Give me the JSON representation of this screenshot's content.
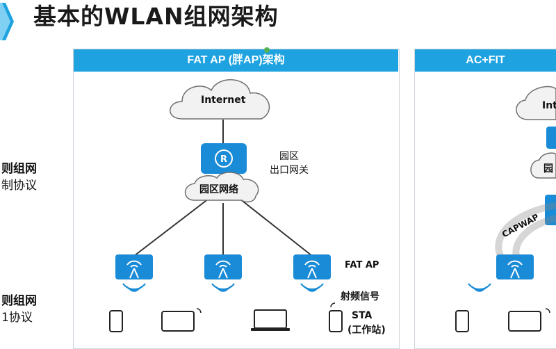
{
  "page_title": "基本的WLAN组网架构",
  "left_labels": {
    "group1_line1": "则组网",
    "group1_line2": "制协议",
    "group2_line1": "则组网",
    "group2_line2": "1协议"
  },
  "fat_panel": {
    "header": "FAT AP (胖AP)架构",
    "internet": "Internet",
    "router_letter": "R",
    "gateway_line1": "园区",
    "gateway_line2": "出口网关",
    "campus_network": "园区网络",
    "fat_ap_label": "FAT AP",
    "rf_signal_label": "射频信号",
    "sta_line1": "STA",
    "sta_line2": "(工作站)"
  },
  "fit_panel": {
    "header": "AC+FIT",
    "internet_partial": "Int",
    "campus_partial": "园",
    "capwap": "CAPWAP"
  },
  "colors": {
    "header_bg": "#1ea3e0",
    "device_blue": "#1a8bd6",
    "cloud_fill": "#f2f2f2",
    "cloud_stroke": "#6f6f6f"
  }
}
